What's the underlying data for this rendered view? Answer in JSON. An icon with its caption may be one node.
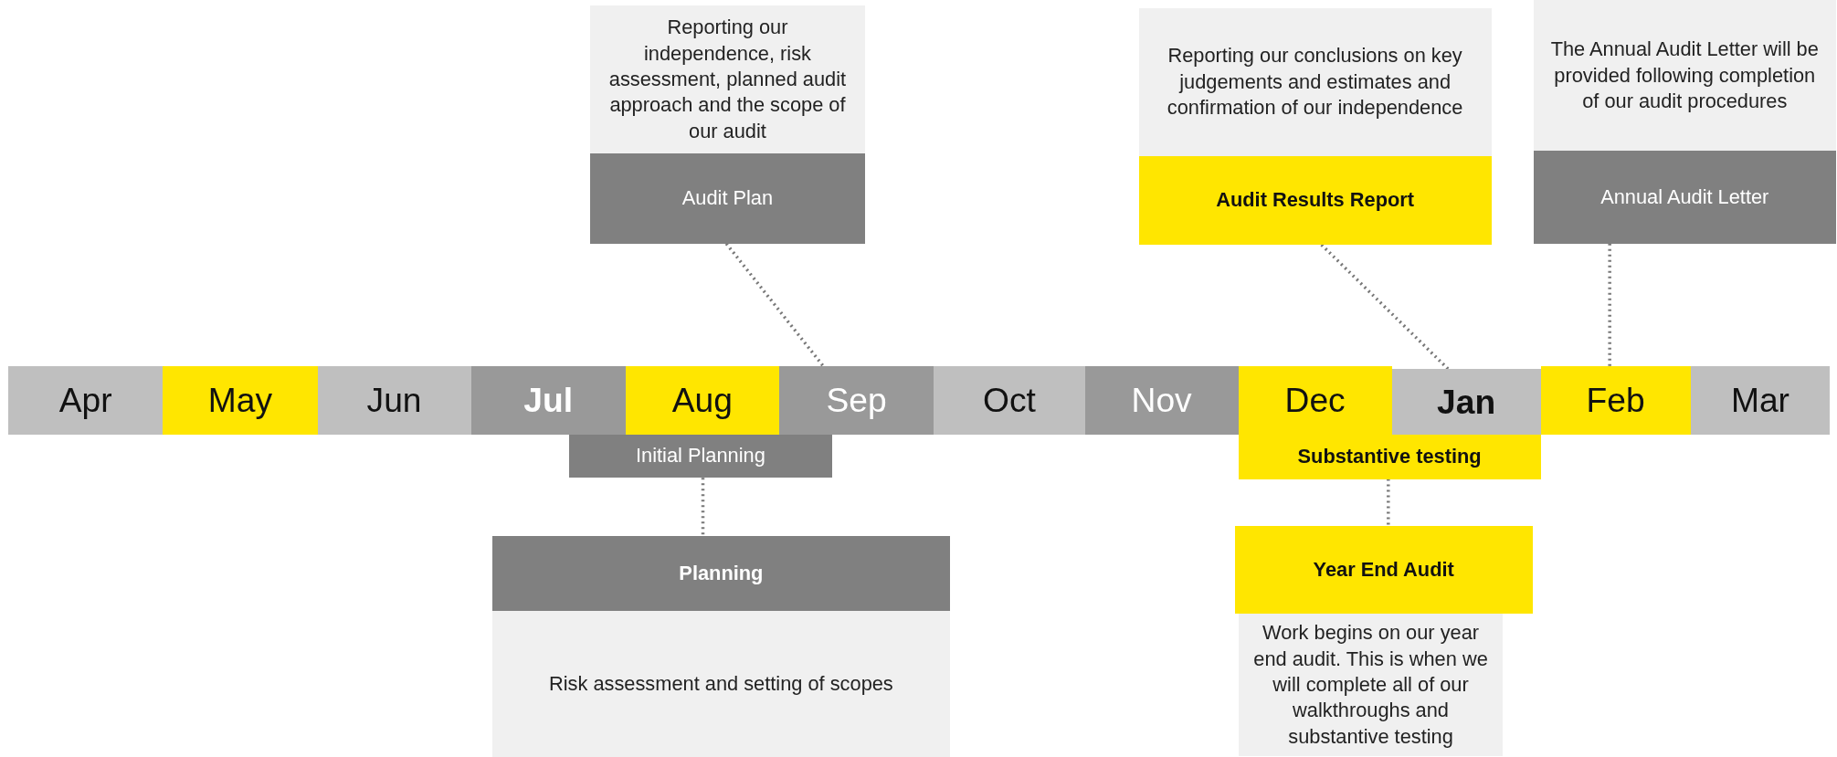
{
  "diagram": {
    "nodes": [
      {
        "text": [
          "Reporting our independence, risk assessment, planned audit approach and the scope of our audit"
        ]
      },
      {
        "text": [
          "Audit Plan"
        ]
      },
      {
        "text": [
          "Reporting our conclusions on key judgements and estimates and confirmation of our independence"
        ]
      },
      {
        "text": [
          "Audit Results Report"
        ]
      },
      {
        "text": [
          "The Annual Audit Letter will be provided following completion of our audit procedures"
        ]
      },
      {
        "text": [
          "Annual Audit Letter"
        ]
      },
      {
        "text": [
          "Apr"
        ]
      },
      {
        "text": [
          "May"
        ]
      },
      {
        "text": [
          "Jun"
        ]
      },
      {
        "text": [
          "Jul"
        ]
      },
      {
        "text": [
          "Aug"
        ]
      },
      {
        "text": [
          "Sep"
        ]
      },
      {
        "text": [
          "Oct"
        ]
      },
      {
        "text": [
          "Nov"
        ]
      },
      {
        "text": [
          "Dec"
        ]
      },
      {
        "text": [
          "Jan"
        ]
      },
      {
        "text": [
          "Feb"
        ]
      },
      {
        "text": [
          "Mar"
        ]
      },
      {
        "text": [
          "Initial Planning"
        ]
      },
      {
        "text": [
          "Substantive testing"
        ]
      },
      {
        "text": [
          "Planning"
        ]
      },
      {
        "text": [
          "Risk assessment and setting of scopes"
        ]
      },
      {
        "text": [
          "Year End Audit"
        ]
      },
      {
        "text": [
          "Work begins on our year end audit. This is when we will complete all of our walkthroughs and substantive testing"
        ]
      }
    ],
    "edges": [
      {
        "from": 1,
        "to": 11,
        "arrow": "none"
      },
      {
        "from": 3,
        "to": 15,
        "arrow": "none"
      },
      {
        "from": 5,
        "to": 16,
        "arrow": "none"
      },
      {
        "from": 18,
        "to": 20,
        "arrow": "none"
      },
      {
        "from": 19,
        "to": 22,
        "arrow": "none"
      }
    ]
  }
}
